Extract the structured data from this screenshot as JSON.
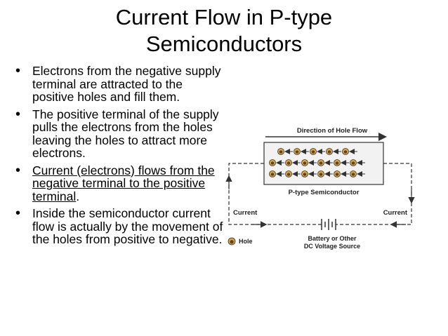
{
  "title": {
    "line1": "Current Flow in P-type",
    "line2": "Semiconductors"
  },
  "bullets": [
    {
      "text": "Electrons from the negative supply terminal are attracted to the positive holes and fill them."
    },
    {
      "text": "The positive terminal of the supply pulls the electrons from the holes leaving the holes to attract more electrons."
    },
    {
      "underlined": "Current (electrons) flows from the negative terminal to the positive terminal",
      "suffix": "."
    },
    {
      "text": "Inside the semiconductor current flow is actually by the movement of the holes from positive to negative."
    }
  ],
  "diagram": {
    "direction_label": "Direction of Hole Flow",
    "semiconductor_label": "P-type Semiconductor",
    "current_left": "Current",
    "current_right": "Current",
    "battery_line1": "Battery or Other",
    "battery_line2": "DC Voltage Source",
    "hole_legend": "Hole",
    "hole_symbol": "⊕",
    "hole_rows": [
      5,
      6,
      6
    ],
    "colors": {
      "hole_fill": "#e0a23a",
      "line": "#333333",
      "box_fill": "#f2f2f2"
    }
  }
}
